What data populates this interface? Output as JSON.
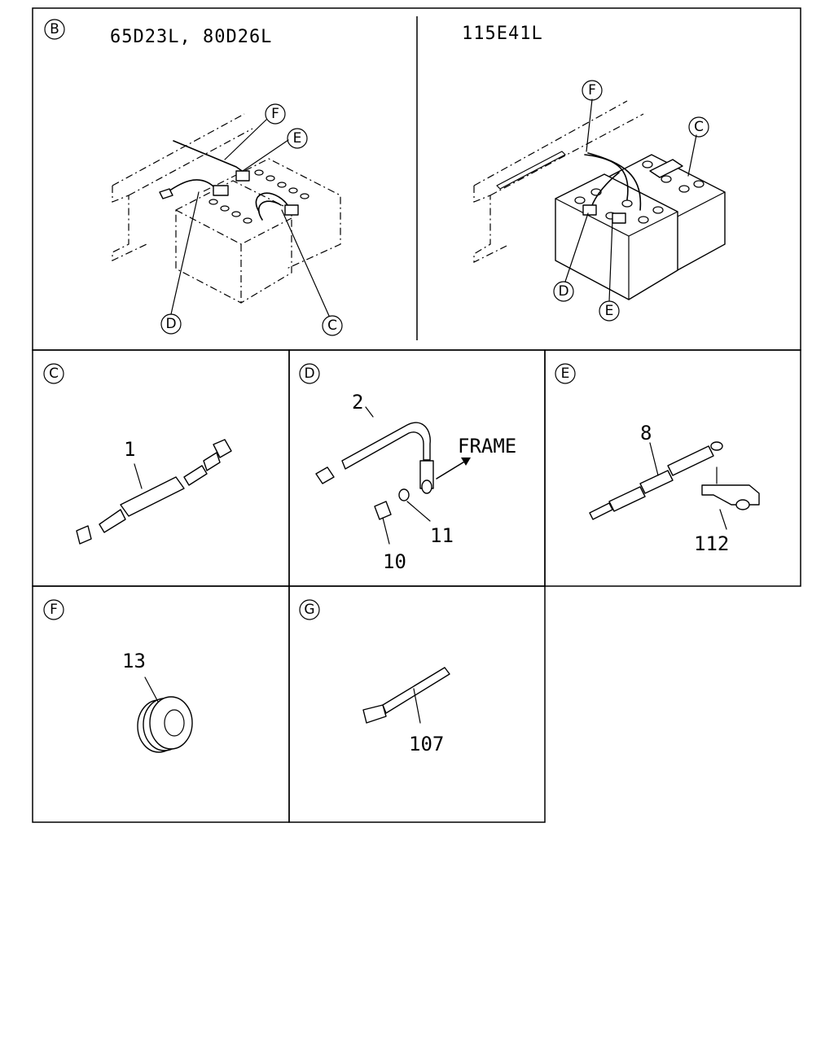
{
  "main_panel": {
    "view_letter": "B",
    "left_title": "65D23L, 80D26L",
    "right_title": "115E41L",
    "left_callouts": [
      "F",
      "E",
      "D",
      "C"
    ],
    "right_callouts": [
      "F",
      "C",
      "D",
      "E"
    ]
  },
  "detail_panels": [
    {
      "letter": "C",
      "part_numbers": [
        "1"
      ]
    },
    {
      "letter": "D",
      "part_numbers": [
        "2",
        "11",
        "10"
      ],
      "annotation": "FRAME"
    },
    {
      "letter": "E",
      "part_numbers": [
        "8",
        "112"
      ]
    },
    {
      "letter": "F",
      "part_numbers": [
        "13"
      ]
    },
    {
      "letter": "G",
      "part_numbers": [
        "107"
      ]
    }
  ]
}
